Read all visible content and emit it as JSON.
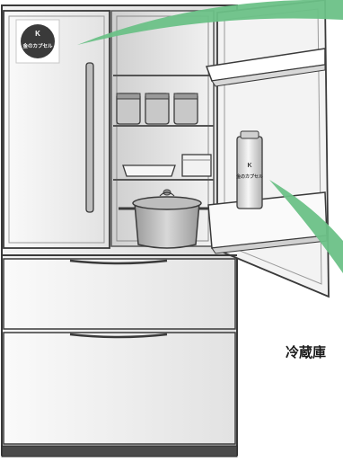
{
  "caption": "冷蔵庫",
  "sticker": {
    "brand_mark": "K",
    "label": "金のカプセル"
  },
  "can": {
    "brand_mark": "K",
    "label": "金のカプセル"
  },
  "colors": {
    "accent_green": "#6cc187",
    "fridge_body": "#e6e6e6",
    "outline": "#3a3a3a"
  }
}
